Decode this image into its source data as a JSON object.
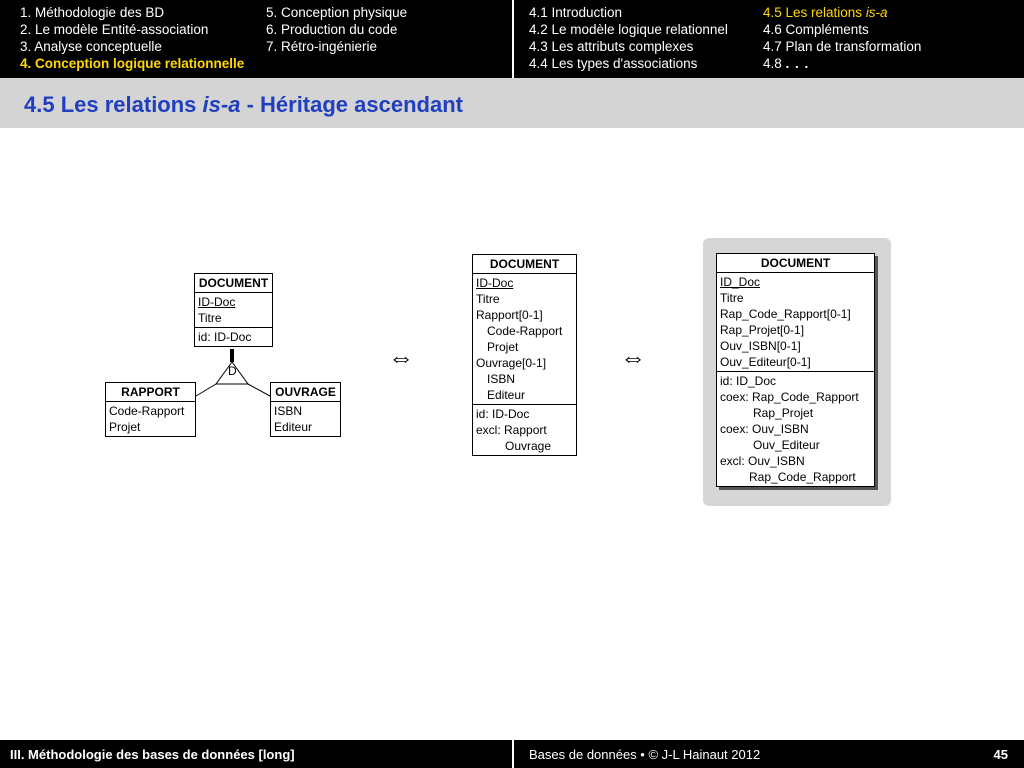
{
  "nav": {
    "left_col1": [
      "1. Méthodologie des BD",
      "2. Le modèle Entité-association",
      "3. Analyse conceptuelle",
      "4. Conception logique relationnelle"
    ],
    "left_col2": [
      "5. Conception physique",
      "6. Production du code",
      "7. Rétro-ingénierie"
    ],
    "right_col1": [
      "4.1 Introduction",
      "4.2 Le modèle logique relationnel",
      "4.3 Les attributs complexes",
      "4.4 Les types d'associations"
    ],
    "right_col2": [
      "4.5 Les relations ",
      "is-a",
      "4.6 Compléments",
      "4.7 Plan de transformation",
      "4.8",
      ". . ."
    ]
  },
  "title": {
    "main": "4.5 Les relations ",
    "italic": "is-a",
    "suffix": " - Héritage ascendant"
  },
  "diagram1": {
    "document": {
      "name": "DOCUMENT",
      "attrs": [
        "ID-Doc",
        "Titre"
      ],
      "ids": [
        "id: ID-Doc"
      ]
    },
    "isa_label": "D",
    "rapport": {
      "name": "RAPPORT",
      "attrs": [
        "Code-Rapport",
        "Projet"
      ]
    },
    "ouvrage": {
      "name": "OUVRAGE",
      "attrs": [
        "ISBN",
        "Editeur"
      ]
    }
  },
  "diagram2": {
    "name": "DOCUMENT",
    "attrs": [
      "ID-Doc",
      "Titre",
      "Rapport[0-1]",
      "Code-Rapport",
      "Projet",
      "Ouvrage[0-1]",
      "ISBN",
      "Editeur"
    ],
    "constraints": [
      "id: ID-Doc",
      "excl: Rapport",
      "Ouvrage"
    ]
  },
  "diagram3": {
    "name": "DOCUMENT",
    "attrs": [
      "ID_Doc",
      "Titre",
      "Rap_Code_Rapport[0-1]",
      "Rap_Projet[0-1]",
      "Ouv_ISBN[0-1]",
      "Ouv_Editeur[0-1]"
    ],
    "constraints": [
      "id: ID_Doc",
      "coex: Rap_Code_Rapport",
      "Rap_Projet",
      "coex: Ouv_ISBN",
      "Ouv_Editeur",
      "excl: Ouv_ISBN",
      "Rap_Code_Rapport"
    ]
  },
  "equiv_symbol": "⇔",
  "footer": {
    "left": "III. Méthodologie des bases de données [long]",
    "middle": "Bases de données • © J-L Hainaut  2012",
    "page": "45"
  },
  "colors": {
    "title": "#1f3fbf",
    "active_nav": "#ffd800",
    "title_bar": "#d4d4d4"
  }
}
